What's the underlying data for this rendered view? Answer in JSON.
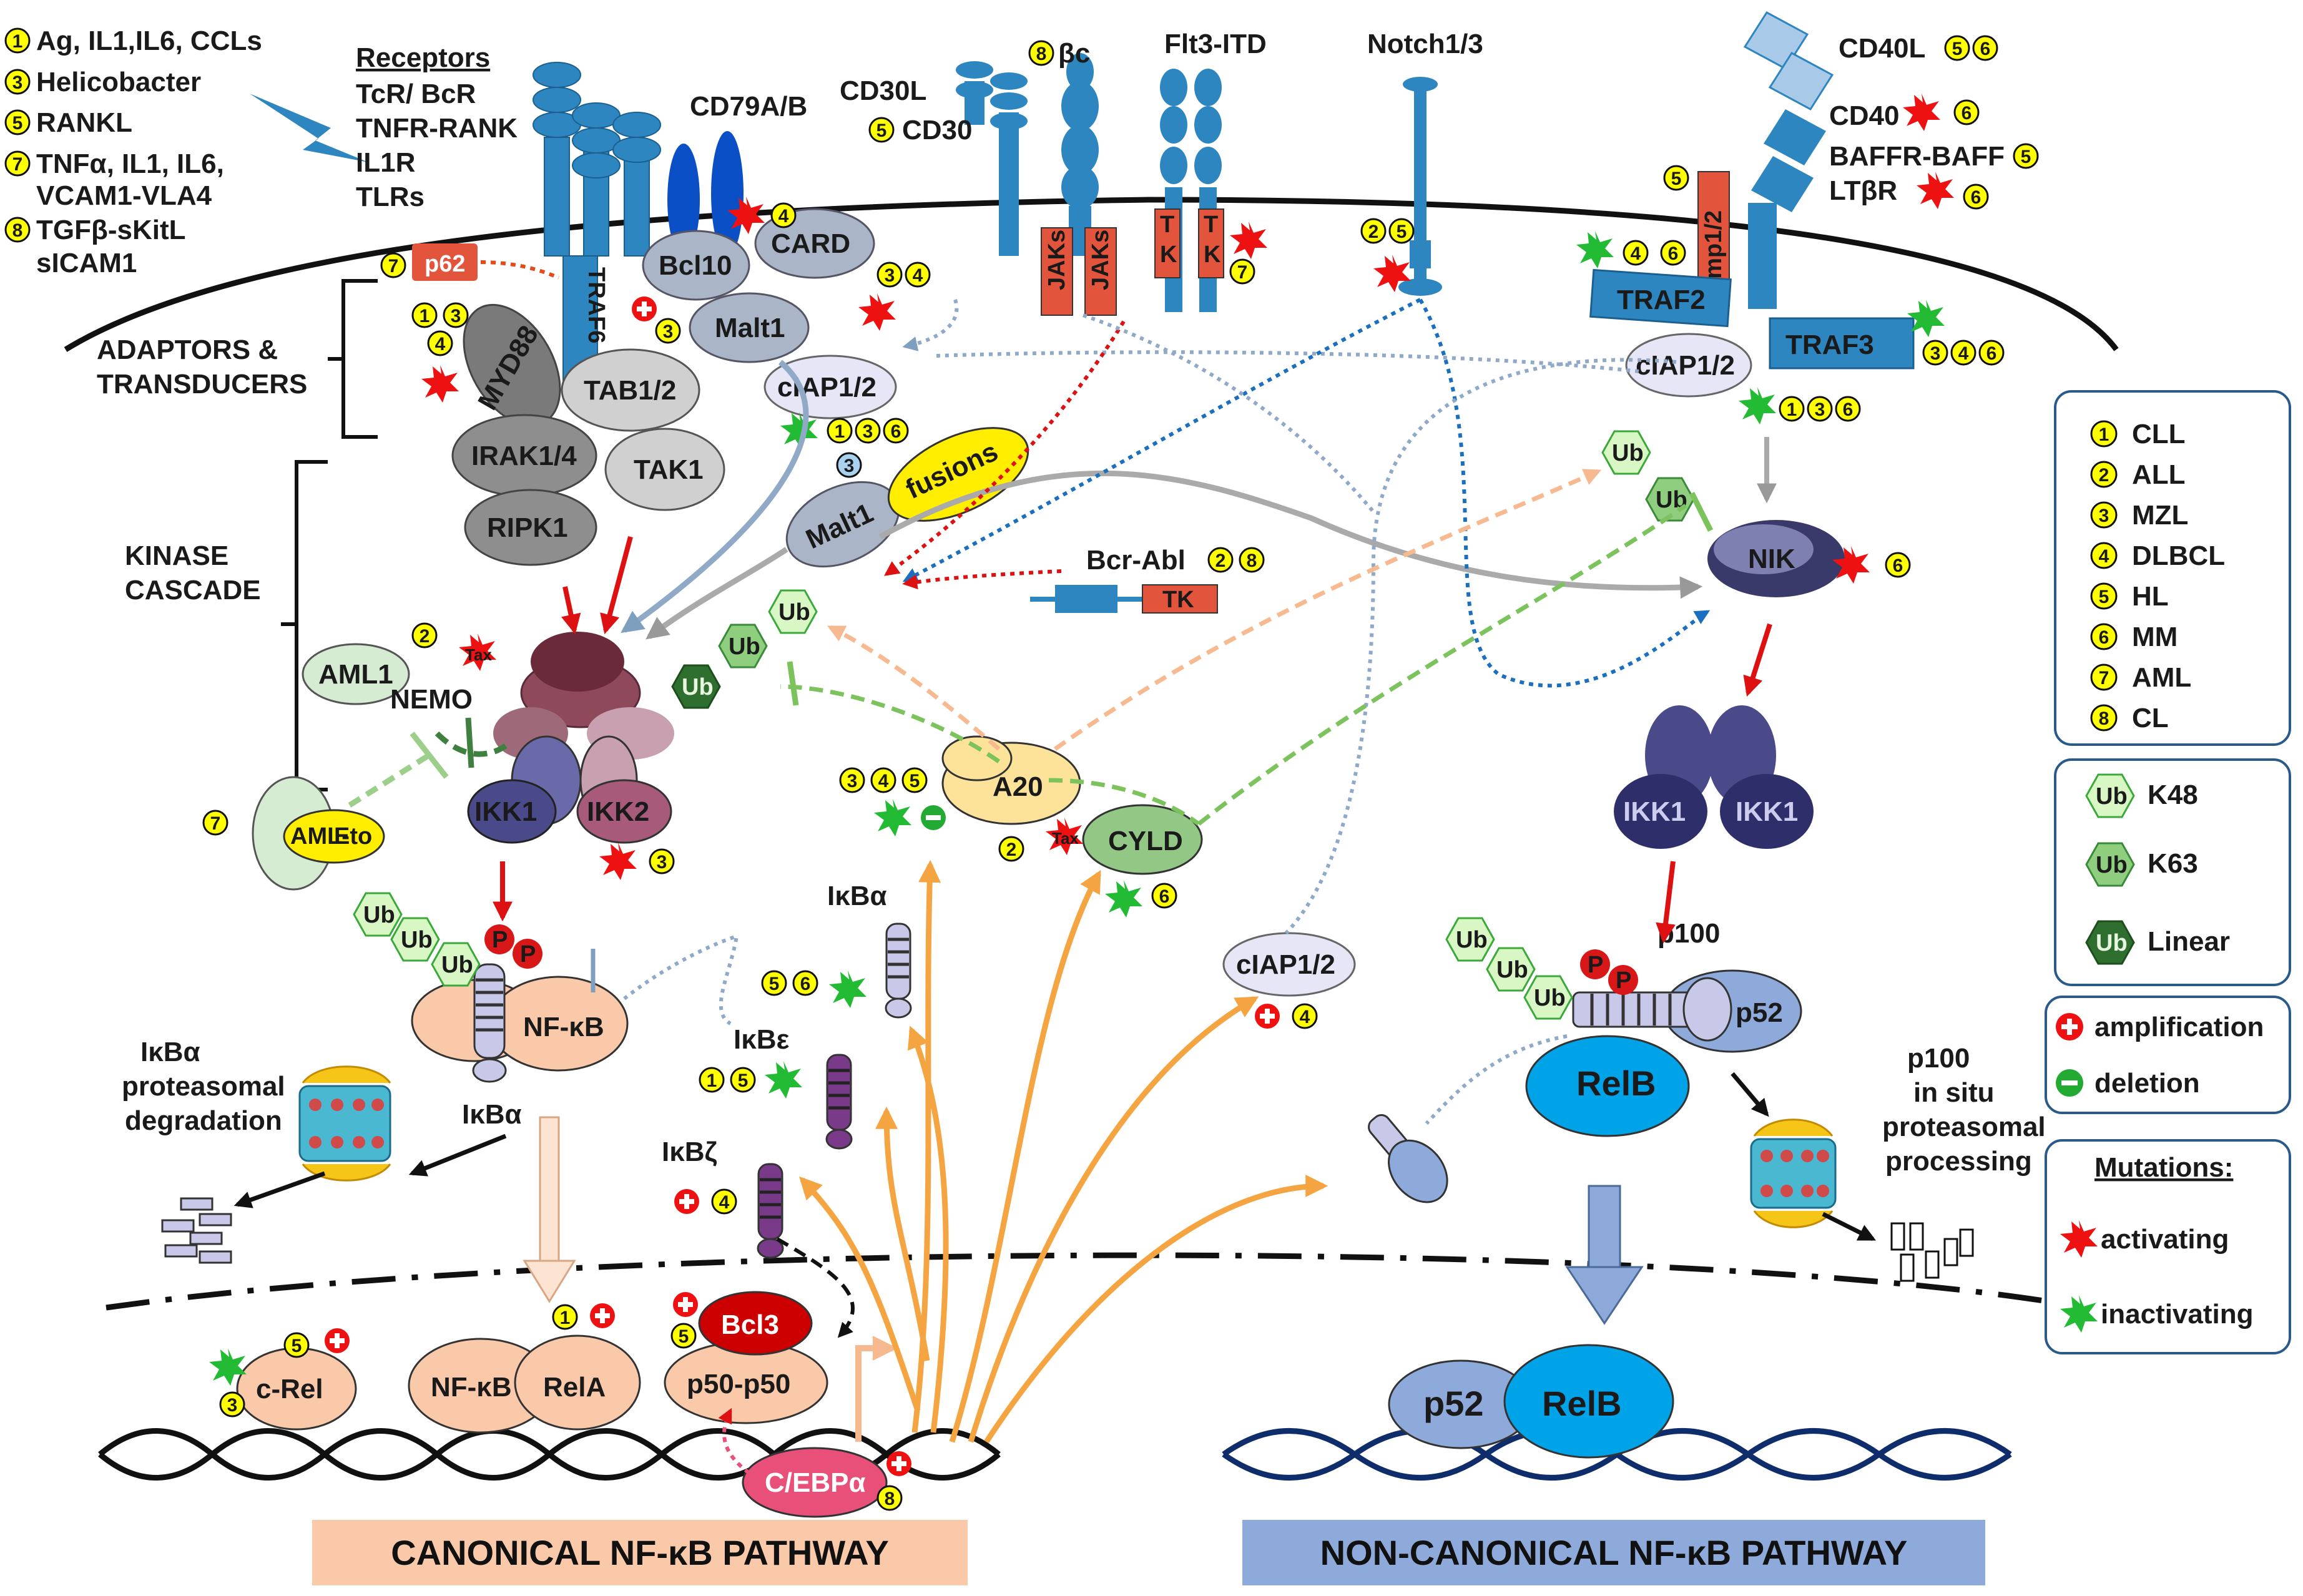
{
  "ligands": [
    {
      "n": "1",
      "text": "Ag, IL1,IL6, CCLs"
    },
    {
      "n": "3",
      "text": "Helicobacter"
    },
    {
      "n": "5",
      "text": "RANKL"
    },
    {
      "n": "7",
      "text": "TNFα, IL1, IL6,"
    },
    {
      "n": "",
      "text": "VCAM1-VLA4"
    },
    {
      "n": "8",
      "text": "TGFβ-sKitL"
    },
    {
      "n": "",
      "text": "sICAM1"
    }
  ],
  "receptors": {
    "title": "Receptors",
    "items": [
      "TcR/ BcR",
      "TNFR-RANK",
      "IL1R",
      "TLRs"
    ]
  },
  "labels": {
    "cd79": "CD79A/B",
    "cd30l": "CD30L",
    "cd30": "CD30",
    "bc": "βc",
    "flt3": "Flt3-ITD",
    "notch": "Notch1/3",
    "cd40l": "CD40L",
    "cd40": "CD40",
    "baffr": "BAFFR-BAFF",
    "ltbr": "LTβR",
    "p62": "p62",
    "traf6": "TRAF6",
    "bcl10": "Bcl10",
    "card": "CARD",
    "malt1": "Malt1",
    "myd88": "MYD88",
    "tab": "TAB1/2",
    "irak": "IRAK1/4",
    "tak1": "TAK1",
    "ripk1": "RIPK1",
    "ciap": "cIAP1/2",
    "fusions": "fusions",
    "jaks": "JAKs",
    "tk": "TK",
    "lmp": "Lmp1/2",
    "traf2": "TRAF2",
    "traf3": "TRAF3",
    "adaptors1": "ADAPTORS &",
    "adaptors2": "TRANSDUCERS",
    "kinase1": "KINASE",
    "kinase2": "CASCADE",
    "bcrabl": "Bcr-Abl",
    "nik": "NIK",
    "aml1": "AML1",
    "nemo": "NEMO",
    "tax": "Tax",
    "amleto_a": "AML-",
    "amleto_b": "Eto",
    "ikk1": "IKK1",
    "ikk2": "IKK2",
    "a20": "A20",
    "cyld": "CYLD",
    "ub": "Ub",
    "p": "P",
    "nfkb": "NF-κB",
    "ikba": "IκBα",
    "ikbe": "IκBε",
    "ikbz": "IκBζ",
    "deg1": "IκBα",
    "deg2": "proteasomal",
    "deg3": "degradation",
    "p100": "p100",
    "p52": "p52",
    "relb": "RelB",
    "proc1": "p100",
    "proc2": "in situ",
    "proc3": "proteasomal",
    "proc4": "processing",
    "crel": "c-Rel",
    "rela": "RelA",
    "bcl3": "Bcl3",
    "p50": "p50-p50",
    "cebpa": "C/EBPα"
  },
  "legend": {
    "diseases": [
      {
        "n": "1",
        "name": "CLL"
      },
      {
        "n": "2",
        "name": "ALL"
      },
      {
        "n": "3",
        "name": "MZL"
      },
      {
        "n": "4",
        "name": "DLBCL"
      },
      {
        "n": "5",
        "name": "HL"
      },
      {
        "n": "6",
        "name": "MM"
      },
      {
        "n": "7",
        "name": "AML"
      },
      {
        "n": "8",
        "name": "CL"
      }
    ],
    "ub_types": [
      {
        "label": "K48"
      },
      {
        "label": "K63"
      },
      {
        "label": "Linear"
      }
    ],
    "alterations": [
      {
        "label": "amplification"
      },
      {
        "label": "deletion"
      }
    ],
    "mutations_title": "Mutations:",
    "mutations": [
      {
        "label": "activating"
      },
      {
        "label": "inactivating"
      }
    ]
  },
  "footer": {
    "canonical": "CANONICAL NF-κB PATHWAY",
    "noncanonical": "NON-CANONICAL NF-κB PATHWAY"
  },
  "colors": {
    "canonical_band": "#f9c9a9",
    "noncanonical_band": "#8eaadb",
    "receptor": "#2e86c1",
    "numcircle": "#ffff00"
  }
}
